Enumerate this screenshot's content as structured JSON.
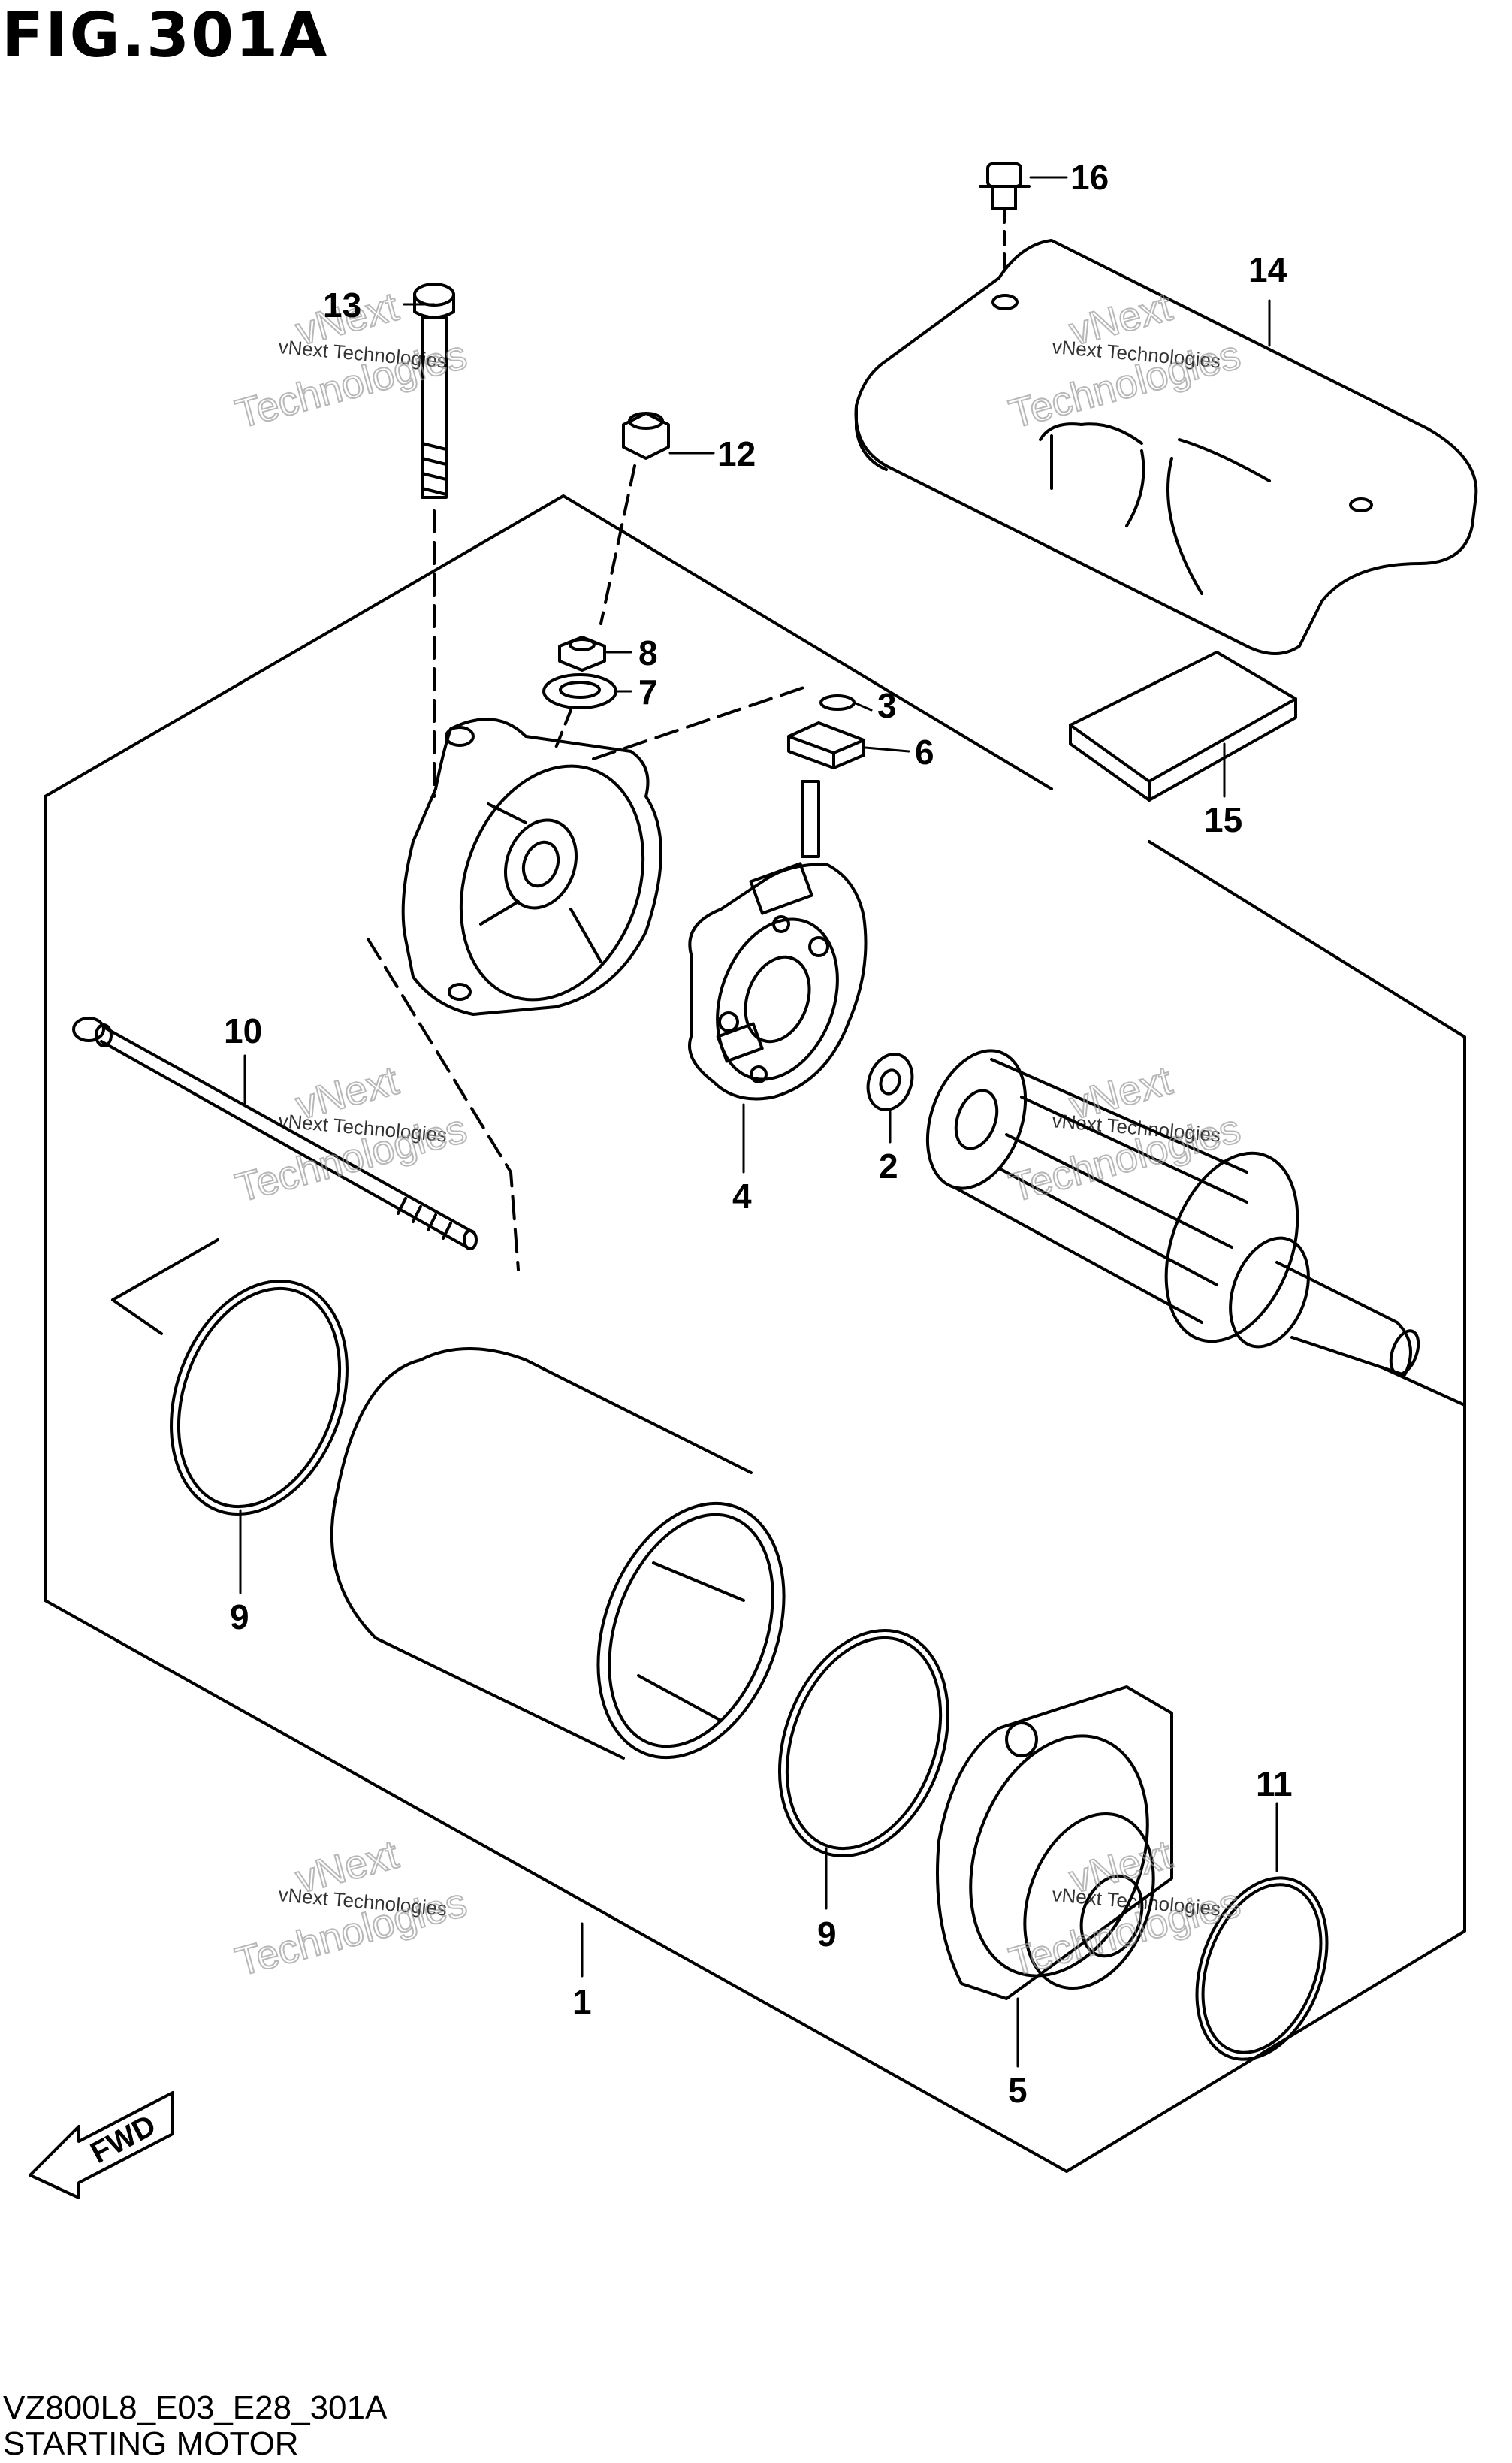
{
  "figure": {
    "title": "FIG.301A",
    "code": "VZ800L8_E03_E28_301A",
    "caption": "STARTING MOTOR"
  },
  "watermark": {
    "line1": "vNext Technologies",
    "line2": "vNext",
    "line3": "Technologies"
  },
  "fwd_label": "FWD",
  "callouts": [
    {
      "id": "1",
      "label": "1"
    },
    {
      "id": "2",
      "label": "2"
    },
    {
      "id": "3",
      "label": "3"
    },
    {
      "id": "4",
      "label": "4"
    },
    {
      "id": "5",
      "label": "5"
    },
    {
      "id": "6",
      "label": "6"
    },
    {
      "id": "7",
      "label": "7"
    },
    {
      "id": "8",
      "label": "8"
    },
    {
      "id": "9a",
      "label": "9"
    },
    {
      "id": "9b",
      "label": "9"
    },
    {
      "id": "10",
      "label": "10"
    },
    {
      "id": "11",
      "label": "11"
    },
    {
      "id": "12",
      "label": "12"
    },
    {
      "id": "13",
      "label": "13"
    },
    {
      "id": "14",
      "label": "14"
    },
    {
      "id": "15",
      "label": "15"
    },
    {
      "id": "16",
      "label": "16"
    }
  ]
}
